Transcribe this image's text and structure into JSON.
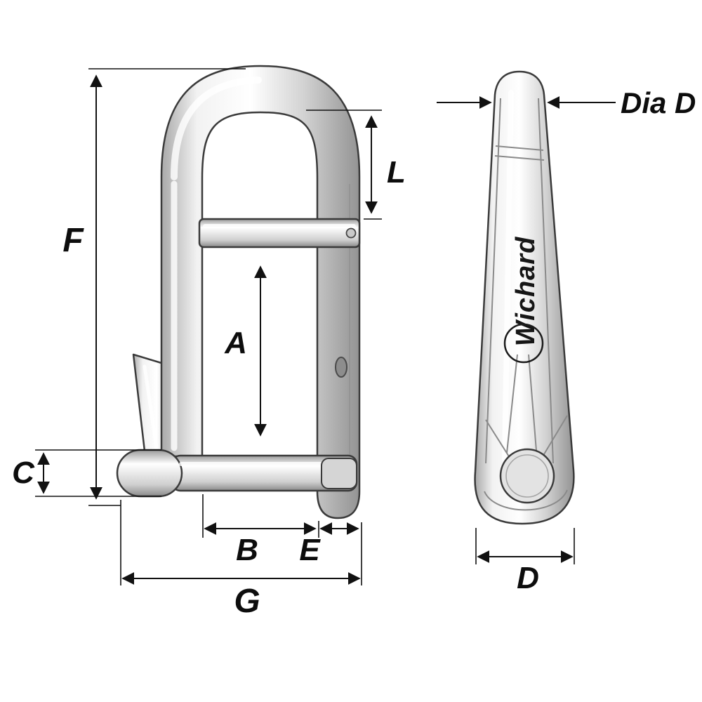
{
  "diagram": {
    "brand": "Wichard",
    "dimensions": {
      "F": "F",
      "L": "L",
      "A": "A",
      "C": "C",
      "B": "B",
      "E": "E",
      "G": "G",
      "D": "D",
      "dia_d": "Dia D"
    },
    "colors": {
      "line": "#111111",
      "outline": "#3a3a3a",
      "metal_highlight": "#ffffff",
      "metal_mid": "#d8d8d8",
      "metal_shadow": "#8f8f8f",
      "background": "#ffffff"
    }
  }
}
